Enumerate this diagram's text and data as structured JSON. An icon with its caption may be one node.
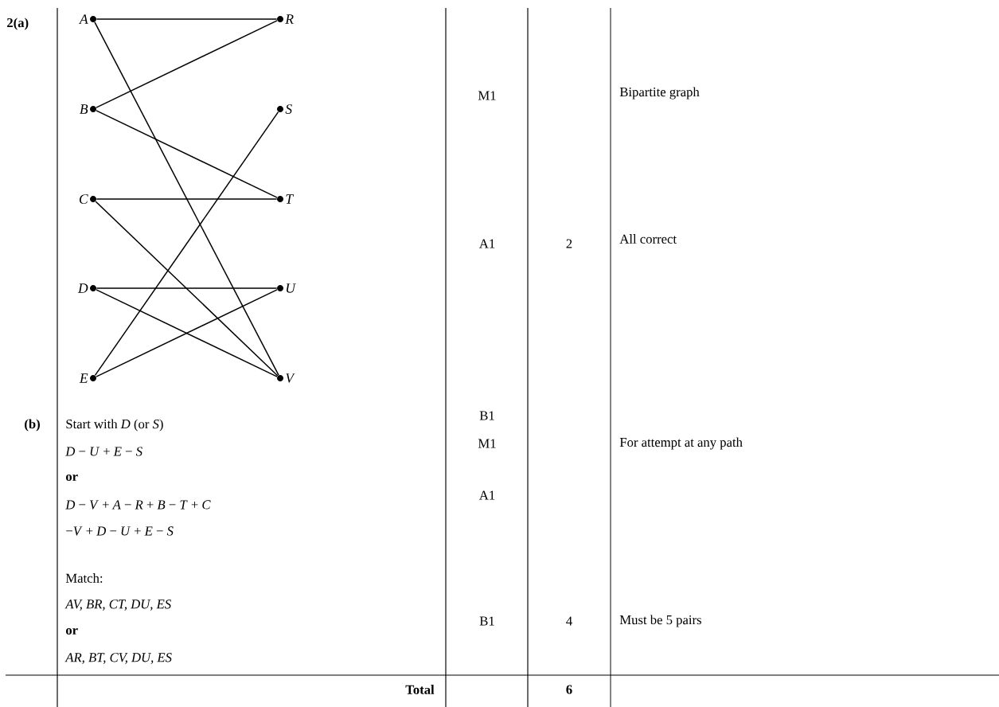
{
  "diagram": {
    "nodes": [
      {
        "text": [
          "A"
        ]
      },
      {
        "text": [
          "R"
        ]
      },
      {
        "text": [
          "B"
        ]
      },
      {
        "text": [
          "S"
        ]
      },
      {
        "text": [
          "C"
        ]
      },
      {
        "text": [
          "T"
        ]
      },
      {
        "text": [
          "D"
        ]
      },
      {
        "text": [
          "U"
        ]
      },
      {
        "text": [
          "E"
        ]
      },
      {
        "text": [
          "V"
        ]
      }
    ],
    "edges": [
      {
        "from": 0,
        "to": 1,
        "arrow": "none"
      },
      {
        "from": 0,
        "to": 9,
        "arrow": "none"
      },
      {
        "from": 2,
        "to": 1,
        "arrow": "none"
      },
      {
        "from": 2,
        "to": 5,
        "arrow": "none"
      },
      {
        "from": 4,
        "to": 5,
        "arrow": "none"
      },
      {
        "from": 4,
        "to": 9,
        "arrow": "none"
      },
      {
        "from": 6,
        "to": 7,
        "arrow": "none"
      },
      {
        "from": 6,
        "to": 9,
        "arrow": "none"
      },
      {
        "from": 8,
        "to": 3,
        "arrow": "none"
      },
      {
        "from": 8,
        "to": 7,
        "arrow": "none"
      }
    ],
    "labels": [
      "2(a)",
      "M1",
      "Bipartite graph",
      "A1",
      "2",
      "All correct",
      "(b)",
      "Start with *D* (or *S*)",
      "B1",
      "*D* − *U* + *E* − *S*",
      "M1",
      "For attempt at any path",
      "or",
      "*D* − *V* + *A* − *R* + *B* − *T* + *C*",
      "A1",
      "−*V* + *D* − *U* + *E* − *S*",
      "Match:",
      "AV, BR, CT, DU, ES",
      "or",
      "B1",
      "4",
      "Must be 5 pairs",
      "AR, BT, CV, DU, ES",
      "Total",
      "6"
    ]
  }
}
